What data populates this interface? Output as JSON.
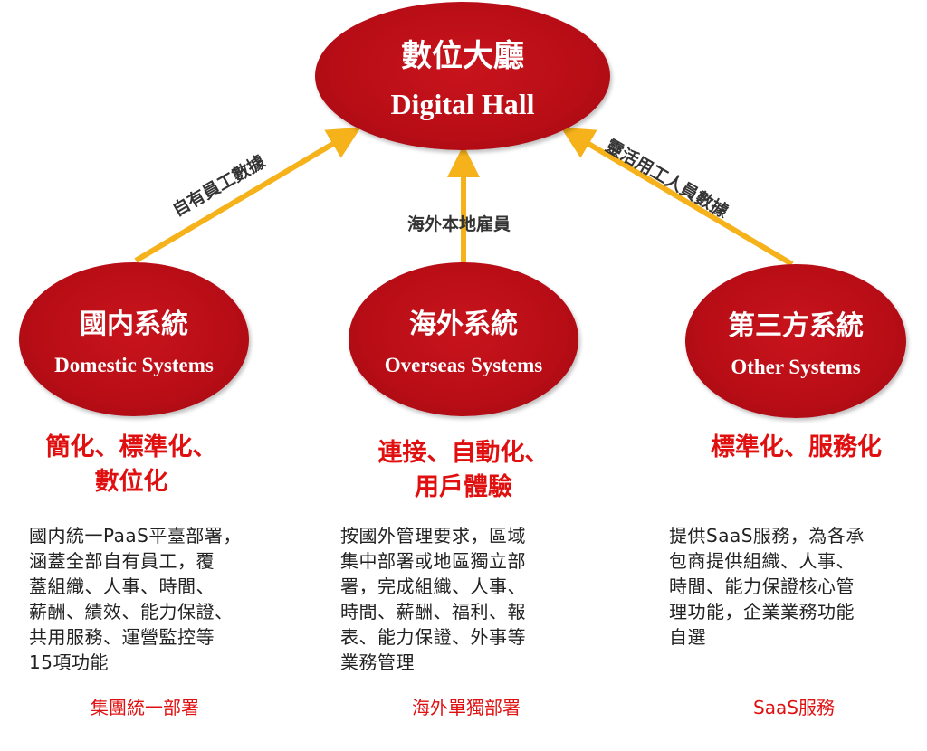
{
  "colors": {
    "ellipse": "#b80d16",
    "arrow": "#f5b21b",
    "slogan": "#e01010",
    "footer": "#e01010",
    "text": "#222222"
  },
  "hub": {
    "title": "數位大廳",
    "subtitle": "Digital Hall"
  },
  "arrows": {
    "left": "自有員工數據",
    "center": "海外本地雇員",
    "right": "靈活用工人員數據"
  },
  "systems": [
    {
      "title": "國内系統",
      "subtitle": "Domestic Systems",
      "slogan_line1": "簡化、標準化、",
      "slogan_line2": "數位化",
      "desc": [
        "國内統一PaaS平臺部署，",
        "涵蓋全部自有員工，覆",
        "蓋組織、人事、時間、",
        "薪酬、績效、能力保證、",
        "共用服務、運營監控等",
        "15項功能"
      ],
      "footer": "集團統一部署"
    },
    {
      "title": "海外系統",
      "subtitle": "Overseas Systems",
      "slogan_line1": "連接、自動化、",
      "slogan_line2": "用戶體驗",
      "desc": [
        "按國外管理要求，區域",
        "集中部署或地區獨立部",
        "署，完成組織、人事、",
        "時間、薪酬、福利、報",
        "表、能力保證、外事等",
        "業務管理"
      ],
      "footer": "海外單獨部署"
    },
    {
      "title": "第三方系統",
      "subtitle": "Other Systems",
      "slogan_line1": "標準化、服務化",
      "slogan_line2": "",
      "desc": [
        "提供SaaS服務，為各承",
        "包商提供組織、人事、",
        "時間、能力保證核心管",
        "理功能，企業業務功能",
        "自選"
      ],
      "footer": "SaaS服務"
    }
  ]
}
